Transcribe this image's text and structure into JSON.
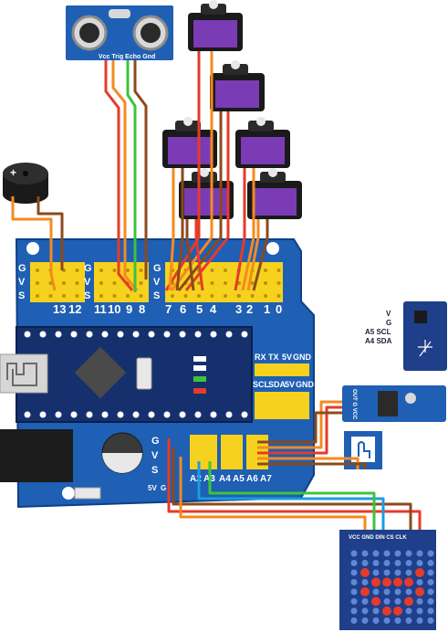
{
  "sensor": {
    "pins": "Vcc Trig Echo Gnd"
  },
  "buzzer": {
    "plus": "+"
  },
  "shield": {
    "header_labels": [
      "G",
      "V",
      "S"
    ],
    "pin_numbers_left": [
      "13",
      "12"
    ],
    "pin_numbers_mid": [
      "11",
      "10",
      "9",
      "8"
    ],
    "pin_numbers_right": [
      "7",
      "6",
      "5",
      "4"
    ],
    "pin_numbers_far": [
      "3",
      "2",
      "1",
      "0"
    ],
    "serial_row": [
      "RX",
      "TX",
      "5V",
      "GND"
    ],
    "i2c_row": [
      "SCL",
      "SDA",
      "5V",
      "GND"
    ],
    "analog_labels": [
      "A2",
      "A3",
      "A4",
      "A5",
      "A6",
      "A7"
    ],
    "power_labels": [
      "5V",
      "G"
    ]
  },
  "imu": {
    "pins": [
      "V",
      "G",
      "A5 SCL",
      "A4 SDA"
    ]
  },
  "ir_module": {
    "pins": "OUT G VCC"
  },
  "matrix": {
    "pins": "VCC GND DIN CS CLK"
  },
  "colors": {
    "board": "#1f5fb4",
    "header": "#f6d21e",
    "servo": "#7a3bb5",
    "wire_red": "#e53b2a",
    "wire_orange": "#f58a1f",
    "wire_brown": "#8b4a1c",
    "wire_green": "#3cc43c",
    "wire_blue": "#1e9be0"
  }
}
